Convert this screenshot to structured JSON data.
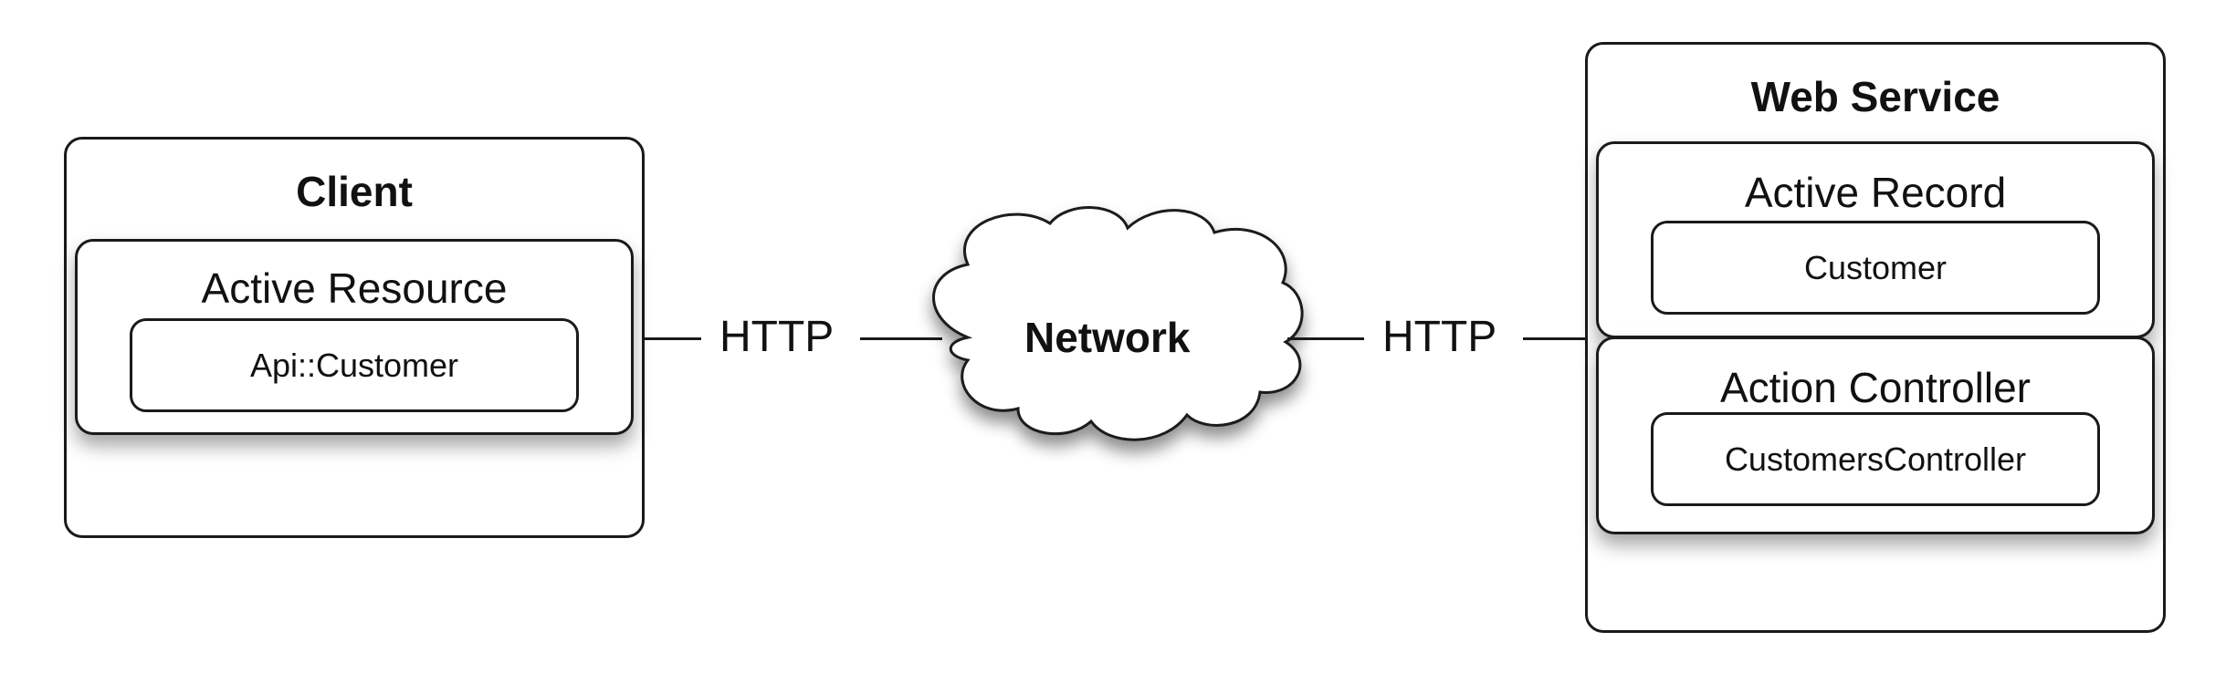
{
  "client": {
    "title": "Client",
    "component": {
      "title": "Active Resource",
      "item": "Api::Customer"
    }
  },
  "network": {
    "label": "Network",
    "left_protocol": "HTTP",
    "right_protocol": "HTTP"
  },
  "web_service": {
    "title": "Web Service",
    "active_record": {
      "title": "Active Record",
      "item": "Customer"
    },
    "action_controller": {
      "title": "Action Controller",
      "item": "CustomersController"
    }
  }
}
